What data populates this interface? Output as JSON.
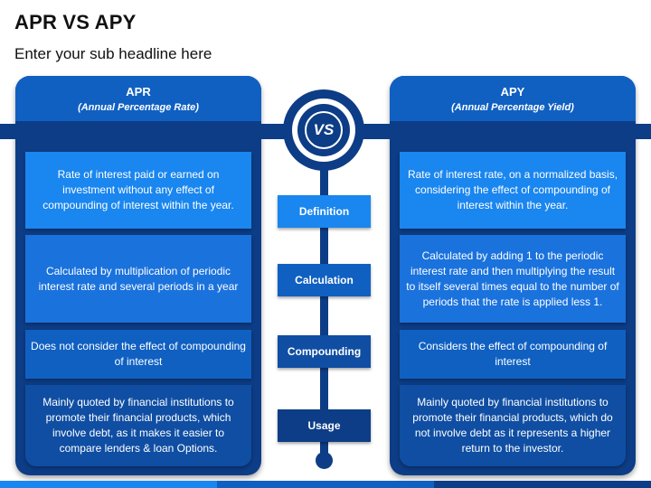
{
  "header": {
    "title": "APR VS APY",
    "subtitle": "Enter your sub headline here"
  },
  "left": {
    "title": "APR",
    "subtitle": "(Annual Percentage Rate)",
    "items": [
      "Rate of interest paid or earned on investment without any effect of compounding of interest within the year.",
      "Calculated by multiplication of periodic interest rate and several periods in a year",
      "Does not consider the effect of compounding of interest",
      "Mainly quoted by financial institutions to promote their financial products, which involve debt, as it makes it easier to compare lenders & loan Options."
    ]
  },
  "right": {
    "title": "APY",
    "subtitle": "(Annual Percentage Yield)",
    "items": [
      "Rate of interest rate, on a normalized basis, considering the effect of compounding of interest within the year.",
      "Calculated by adding 1 to the periodic interest rate and then multiplying the result to itself several times equal to the number of periods that the rate is applied less 1.",
      "Considers the effect of compounding of interest",
      "Mainly quoted by financial institutions to promote their financial products, which do not involve debt as it represents a higher return to the investor."
    ]
  },
  "categories": [
    "Definition",
    "Calculation",
    "Compounding",
    "Usage"
  ],
  "vs_label": "VS",
  "colors": {
    "navy": "#0d3d86",
    "blue": "#1060c2",
    "light_blue": "#1a86ef"
  }
}
